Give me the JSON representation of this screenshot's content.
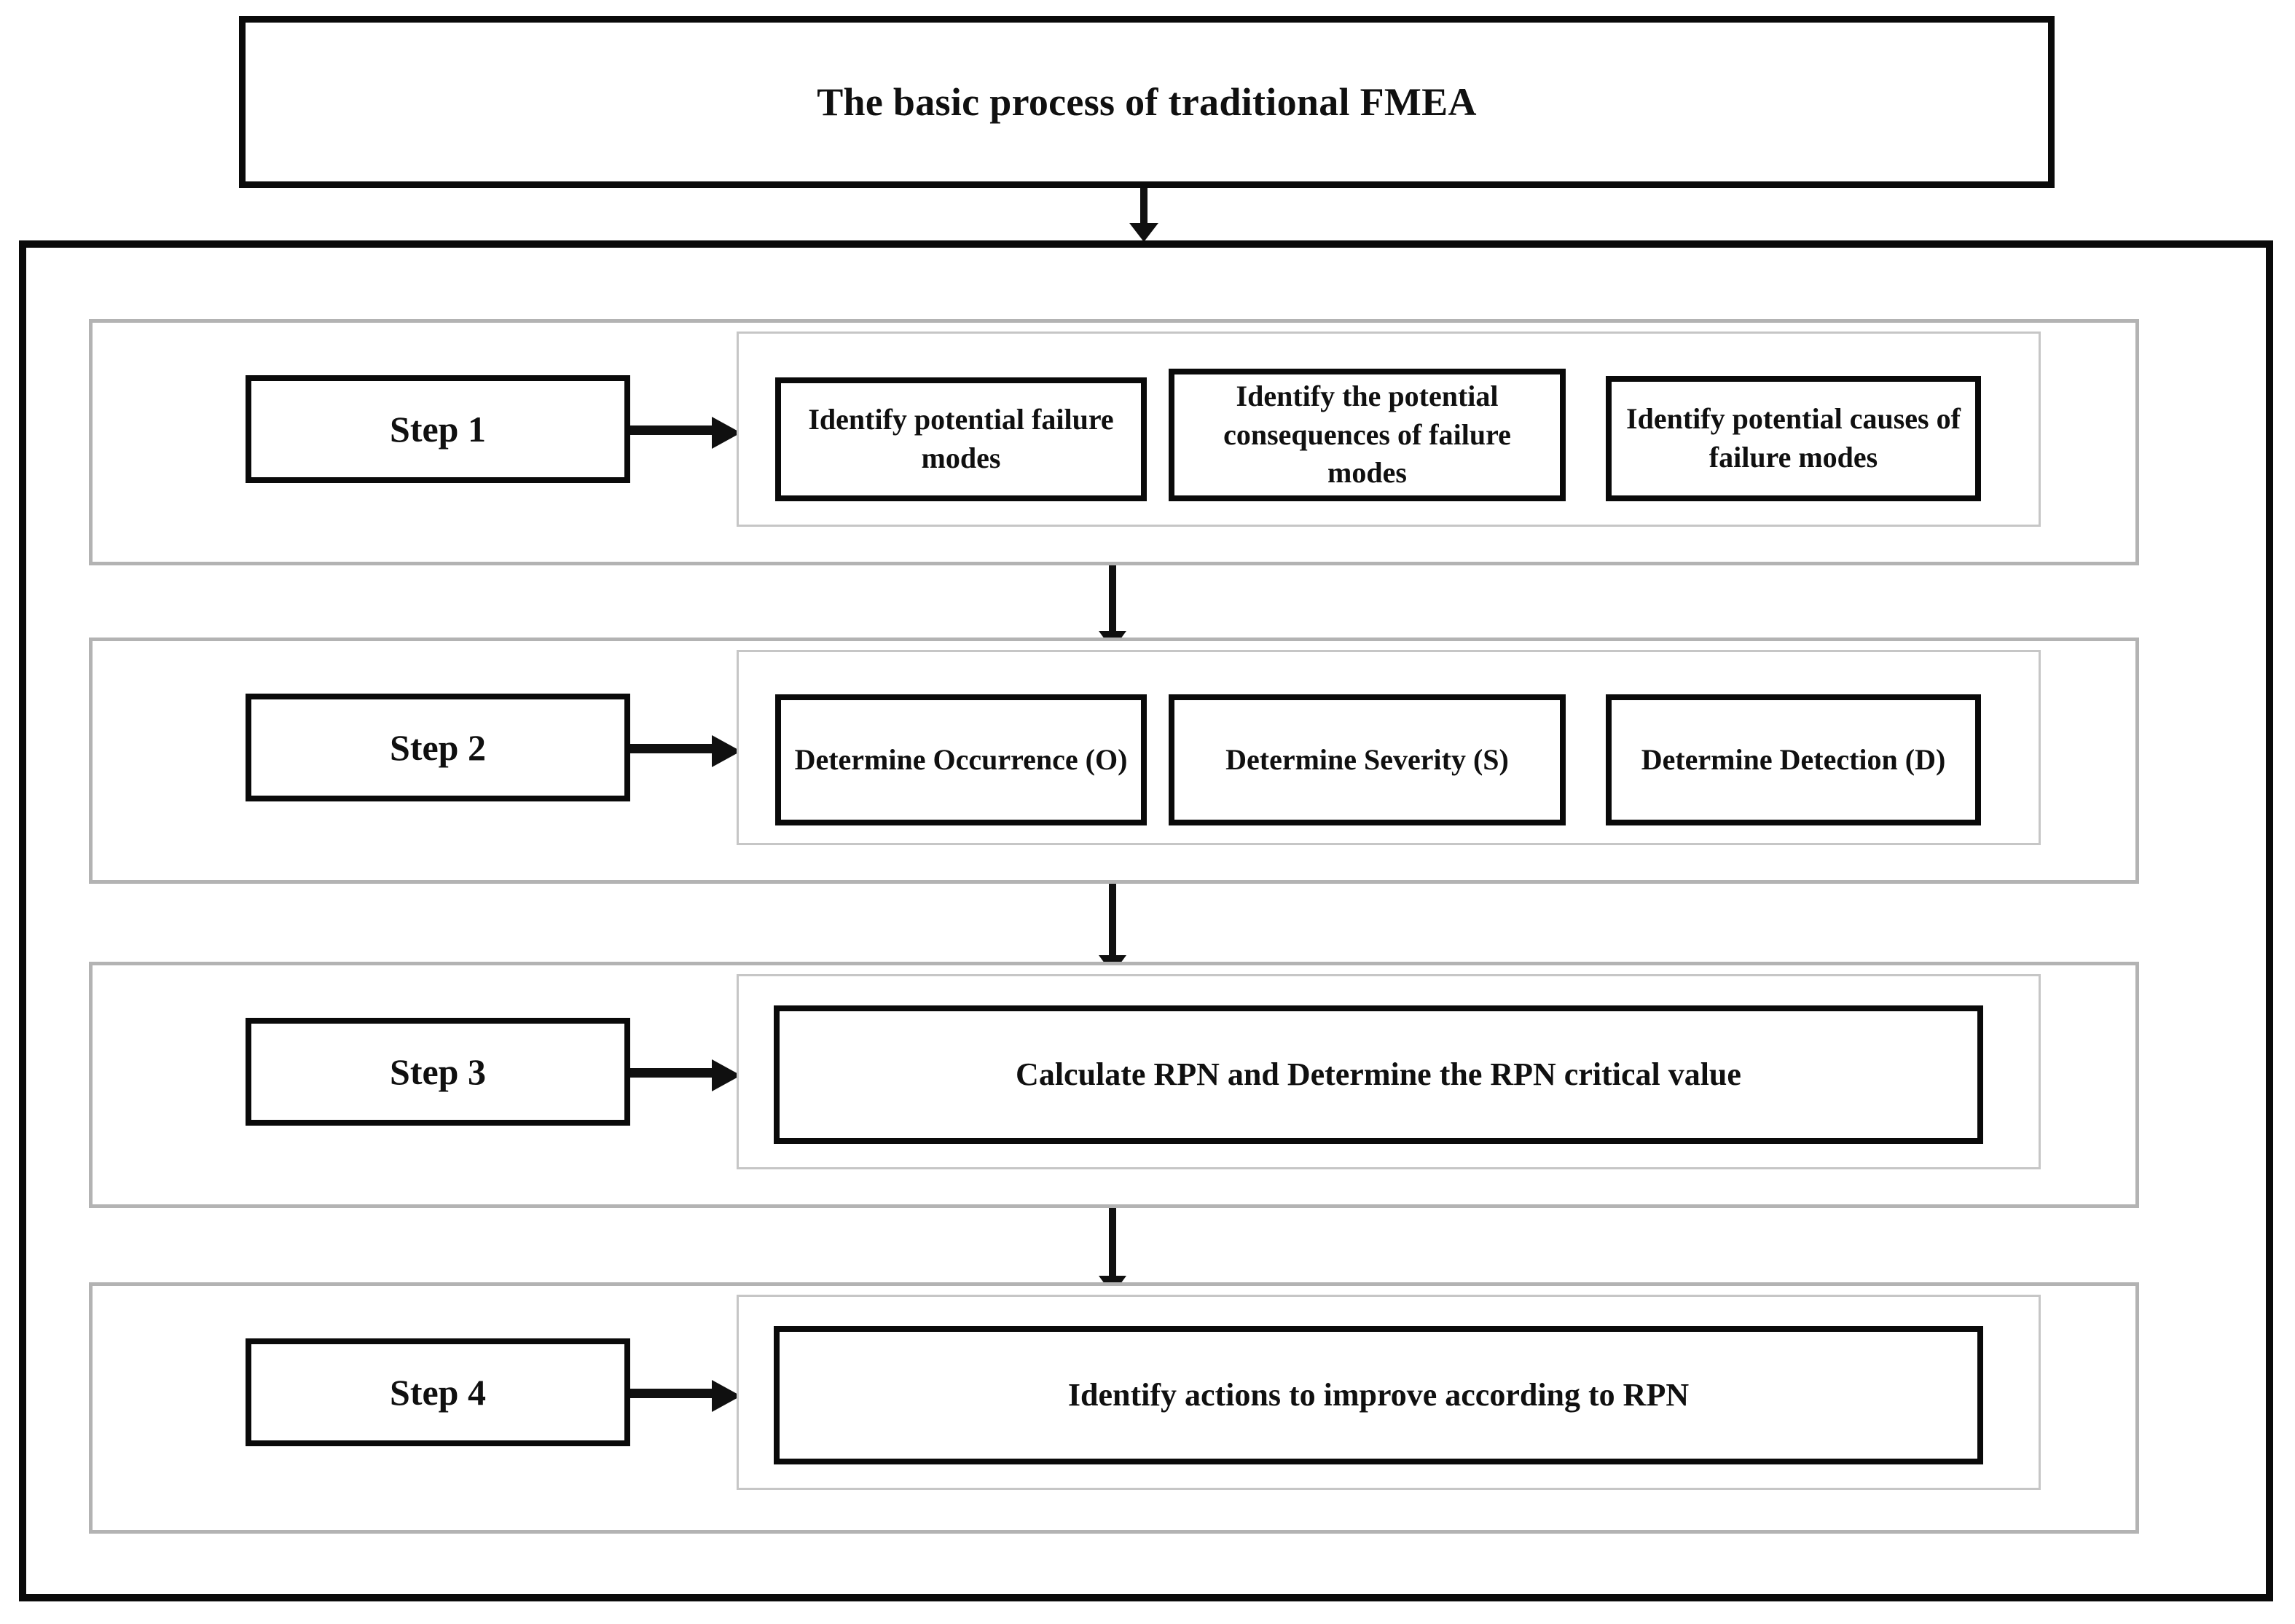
{
  "diagram": {
    "title": "The basic process of traditional FMEA",
    "steps": [
      {
        "label": "Step 1",
        "boxes": [
          "Identify potential failure modes",
          "Identify the potential consequences of failure modes",
          "Identify potential causes of failure modes"
        ]
      },
      {
        "label": "Step 2",
        "boxes": [
          "Determine Occurrence (O)",
          "Determine Severity (S)",
          "Determine Detection (D)"
        ]
      },
      {
        "label": "Step 3",
        "boxes": [
          "Calculate RPN and Determine the RPN critical value"
        ]
      },
      {
        "label": "Step 4",
        "boxes": [
          "Identify actions to improve according to RPN"
        ]
      }
    ],
    "colors": {
      "border_dark": "#0a0a0a",
      "border_gray": "#b3b3b3",
      "border_light_gray": "#c6c6c6",
      "text": "#101010",
      "background": "#ffffff"
    }
  }
}
